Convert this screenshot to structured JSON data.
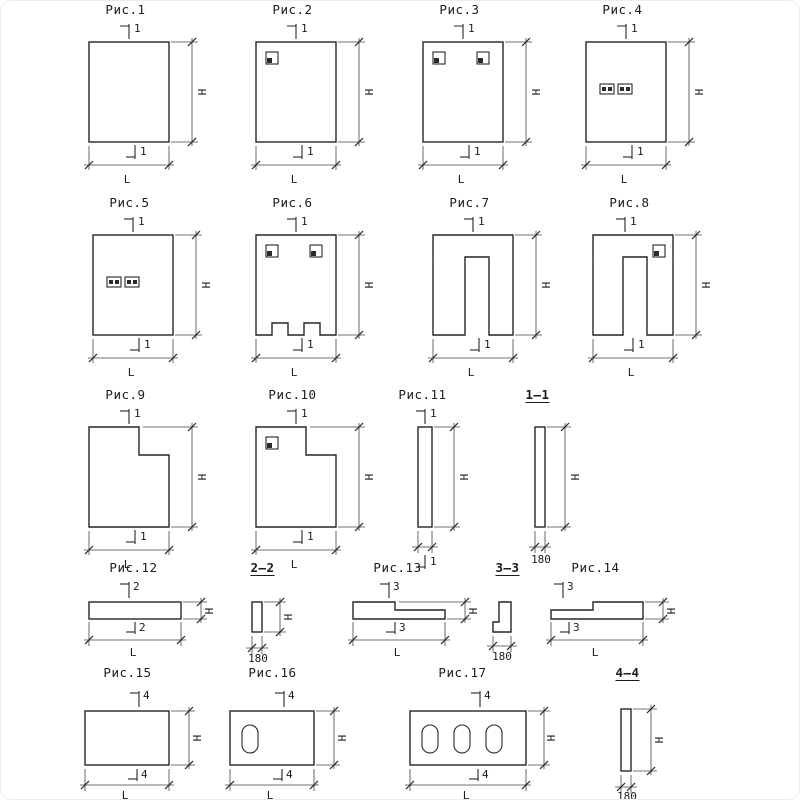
{
  "labels": {
    "h": "H",
    "l": "L"
  },
  "figures": {
    "fig1": {
      "title": "Рис.1",
      "mark": "1"
    },
    "fig2": {
      "title": "Рис.2",
      "mark": "1"
    },
    "fig3": {
      "title": "Рис.3",
      "mark": "1"
    },
    "fig4": {
      "title": "Рис.4",
      "mark": "1"
    },
    "fig5": {
      "title": "Рис.5",
      "mark": "1"
    },
    "fig6": {
      "title": "Рис.6",
      "mark": "1"
    },
    "fig7": {
      "title": "Рис.7",
      "mark": "1"
    },
    "fig8": {
      "title": "Рис.8",
      "mark": "1"
    },
    "fig9": {
      "title": "Рис.9",
      "mark": "1"
    },
    "fig10": {
      "title": "Рис.10",
      "mark": "1"
    },
    "fig11": {
      "title": "Рис.11",
      "mark": "1"
    },
    "fig12": {
      "title": "Рис.12",
      "mark": "2"
    },
    "fig13": {
      "title": "Рис.13",
      "mark": "3"
    },
    "fig14": {
      "title": "Рис.14",
      "mark": "3"
    },
    "fig15": {
      "title": "Рис.15",
      "mark": "4"
    },
    "fig16": {
      "title": "Рис.16",
      "mark": "4"
    },
    "fig17": {
      "title": "Рис.17",
      "mark": "4"
    },
    "sec1": {
      "title": "1—1",
      "dim": "180"
    },
    "sec2": {
      "title": "2—2",
      "dim": "180"
    },
    "sec3": {
      "title": "3—3",
      "dim": "180"
    },
    "sec4": {
      "title": "4—4",
      "dim": "180"
    }
  }
}
